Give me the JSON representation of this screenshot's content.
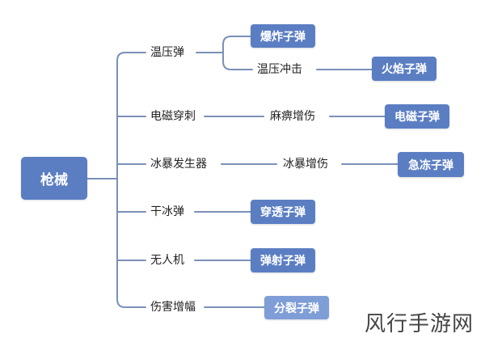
{
  "root": {
    "label": "枪械"
  },
  "branches": [
    {
      "label": "温压弹",
      "result": "爆炸子弹",
      "sub": {
        "label": "温压冲击",
        "result": "火焰子弹"
      }
    },
    {
      "label": "电磁穿刺",
      "effect": "麻痹增伤",
      "result": "电磁子弹"
    },
    {
      "label": "冰暴发生器",
      "effect": "冰暴增伤",
      "result": "急冻子弹"
    },
    {
      "label": "干冰弹",
      "result": "穿透子弹"
    },
    {
      "label": "无人机",
      "result": "弹射子弹"
    },
    {
      "label": "伤害增幅",
      "result": "分裂子弹"
    }
  ],
  "watermark": "风行手游网",
  "colors": {
    "box": "#5b7ec3",
    "line": "#7a90b8",
    "text": "#222222"
  }
}
